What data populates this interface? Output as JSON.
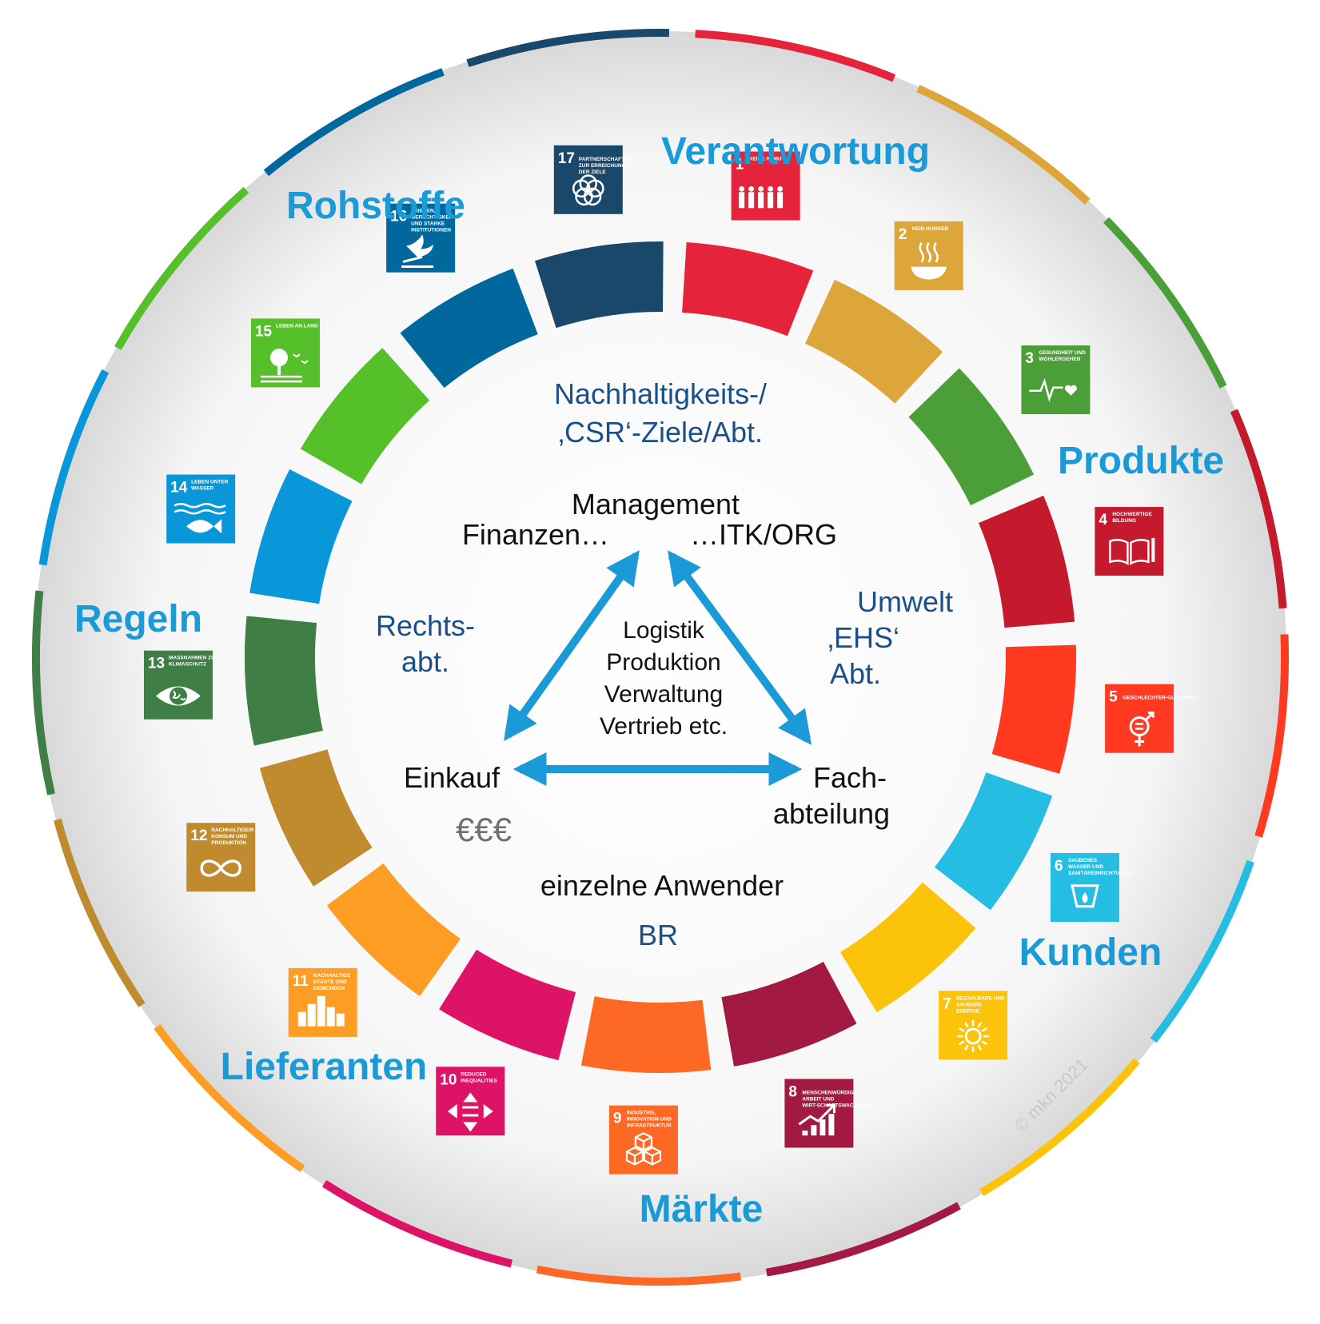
{
  "outer_labels": {
    "verantwortung": "Verantwortung",
    "rohstoffe": "Rohstoffe",
    "produkte": "Produkte",
    "regeln": "Regeln",
    "kunden": "Kunden",
    "lieferanten": "Lieferanten",
    "maerkte": "Märkte"
  },
  "center": {
    "nachhaltigkeit_line1": "Nachhaltigkeits-/",
    "nachhaltigkeit_line2": "‚CSR‘-Ziele/Abt.",
    "management": "Management",
    "finanzen": "Finanzen…",
    "itk_org": "…ITK/ORG",
    "rechts_line1": "Rechts-",
    "rechts_line2": "abt.",
    "umwelt_line1": "Umwelt",
    "umwelt_line2": "‚EHS‘",
    "umwelt_line3": "Abt.",
    "triangle_lines": [
      "Logistik",
      "Produktion",
      "Verwaltung",
      "Vertrieb  etc."
    ],
    "einkauf": "Einkauf",
    "euro": "€€€",
    "fach_line1": "Fach-",
    "fach_line2": "abteilung",
    "anwender": "einzelne Anwender",
    "br": "BR"
  },
  "copyright": "© mkn 2021",
  "colors": {
    "label_blue": "#1a9ad6",
    "dept_blue": "#1a4f8a",
    "arrow_blue": "#1a9ad6",
    "euro_gray": "#707070"
  },
  "sdgs": [
    {
      "num": "1",
      "title": "KEINE ARMUT",
      "color": "#e5243b",
      "icon": "family-icon"
    },
    {
      "num": "2",
      "title": "KEIN HUNGER",
      "color": "#dda63a",
      "icon": "bowl-icon"
    },
    {
      "num": "3",
      "title": "GESUNDHEIT UND WOHLERGEHEN",
      "color": "#4c9f38",
      "icon": "heartbeat-icon"
    },
    {
      "num": "4",
      "title": "HOCHWERTIGE BILDUNG",
      "color": "#c5192d",
      "icon": "book-icon"
    },
    {
      "num": "5",
      "title": "GESCHLECHTER-GLEICHHEIT",
      "color": "#ff3a21",
      "icon": "gender-icon"
    },
    {
      "num": "6",
      "title": "SAUBERES WASSER UND SANITÄREINRICHTUNGEN",
      "color": "#26bde2",
      "icon": "water-drop-icon"
    },
    {
      "num": "7",
      "title": "BEZAHLBARE UND SAUBERE ENERGIE",
      "color": "#fcc30b",
      "icon": "sun-power-icon"
    },
    {
      "num": "8",
      "title": "MENSCHENWÜRDIGE ARBEIT UND WIRT-SCHAFTSWACHSTUM",
      "color": "#a21942",
      "icon": "growth-chart-icon"
    },
    {
      "num": "9",
      "title": "INDUSTRIE, INNOVATION UND INFRASTRUKTUR",
      "color": "#fd6925",
      "icon": "cubes-icon"
    },
    {
      "num": "10",
      "title": "REDUCED INEQUALITIES",
      "color": "#dd1367",
      "icon": "equality-icon"
    },
    {
      "num": "11",
      "title": "NACHHALTIGE STÄDTE UND GEMEINDEN",
      "color": "#fd9d24",
      "icon": "city-icon"
    },
    {
      "num": "12",
      "title": "NACHHALTIGE/R KONSUM UND PRODUKTION",
      "color": "#bf8b2e",
      "icon": "infinity-icon"
    },
    {
      "num": "13",
      "title": "MASSNAHMEN ZUM KLIMASCHUTZ",
      "color": "#3f7e44",
      "icon": "eye-globe-icon"
    },
    {
      "num": "14",
      "title": "LEBEN UNTER WASSER",
      "color": "#0a97d9",
      "icon": "fish-icon"
    },
    {
      "num": "15",
      "title": "LEBEN AN LAND",
      "color": "#56c02b",
      "icon": "tree-icon"
    },
    {
      "num": "16",
      "title": "FRIEDEN, GERECHTIGKEIT UND STARKE INSTITUTIONEN",
      "color": "#00689d",
      "icon": "dove-icon"
    },
    {
      "num": "17",
      "title": "PARTNERSCHAFTEN ZUR ERREICHUNG DER ZIELE",
      "color": "#19486a",
      "icon": "rings-icon"
    }
  ]
}
